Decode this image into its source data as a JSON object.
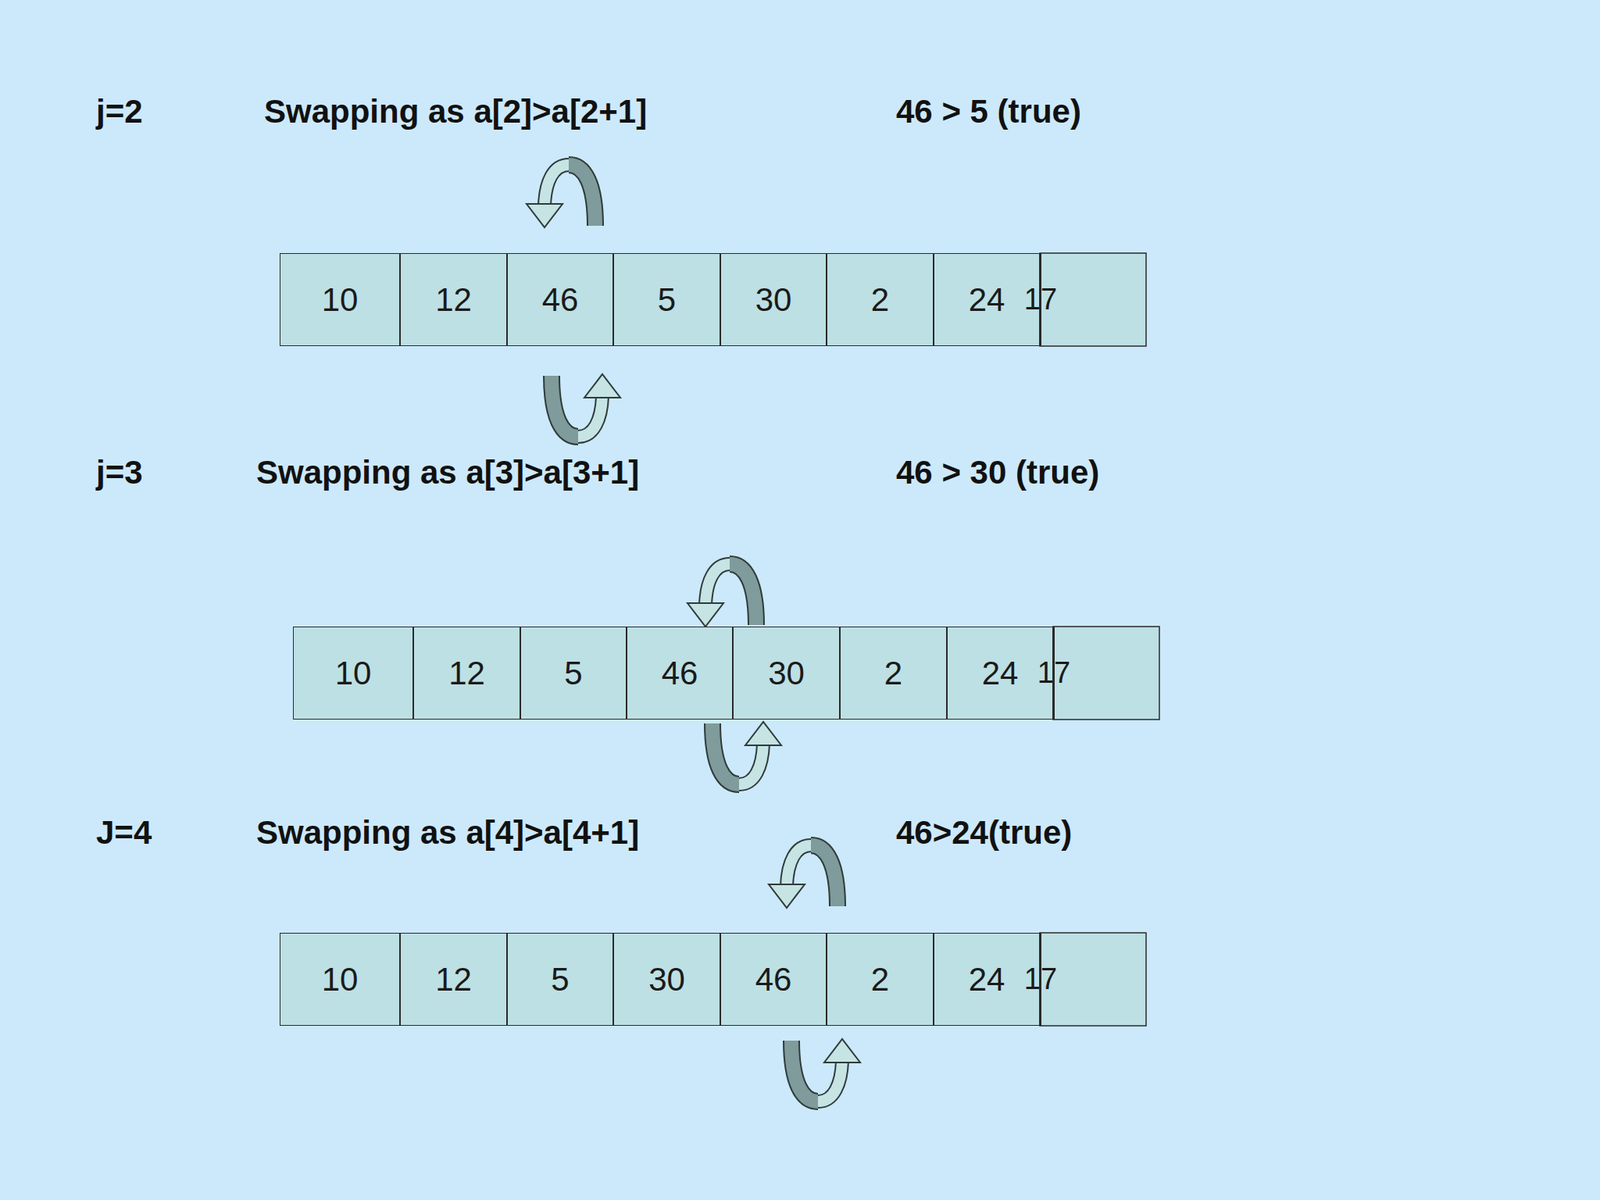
{
  "diagram": {
    "nodes": [
      {
        "text": [
          "10"
        ]
      },
      {
        "text": [
          "12"
        ]
      },
      {
        "text": [
          "46"
        ]
      },
      {
        "text": [
          "5"
        ]
      },
      {
        "text": [
          "30"
        ]
      },
      {
        "text": [
          "2"
        ]
      },
      {
        "text": [
          "24"
        ]
      },
      {
        "text": [
          "17"
        ]
      },
      {
        "text": [
          "10"
        ]
      },
      {
        "text": [
          "12"
        ]
      },
      {
        "text": [
          "5"
        ]
      },
      {
        "text": [
          "46"
        ]
      },
      {
        "text": [
          "30"
        ]
      },
      {
        "text": [
          "2"
        ]
      },
      {
        "text": [
          "24"
        ]
      },
      {
        "text": [
          "17"
        ]
      },
      {
        "text": [
          "10"
        ]
      },
      {
        "text": [
          "12"
        ]
      },
      {
        "text": [
          "5"
        ]
      },
      {
        "text": [
          "30"
        ]
      },
      {
        "text": [
          "46"
        ]
      },
      {
        "text": [
          "2"
        ]
      },
      {
        "text": [
          "24"
        ]
      },
      {
        "text": [
          "17"
        ]
      }
    ],
    "labels": [
      "j=2",
      "Swapping as a[2]>a[2+1]",
      "46 > 5 (true)",
      "j=3",
      "Swapping as a[3]>a[3+1]",
      "46 > 30 (true)",
      "J=4",
      "Swapping as a[4]>a[4+1]",
      "46>24(true)"
    ]
  }
}
